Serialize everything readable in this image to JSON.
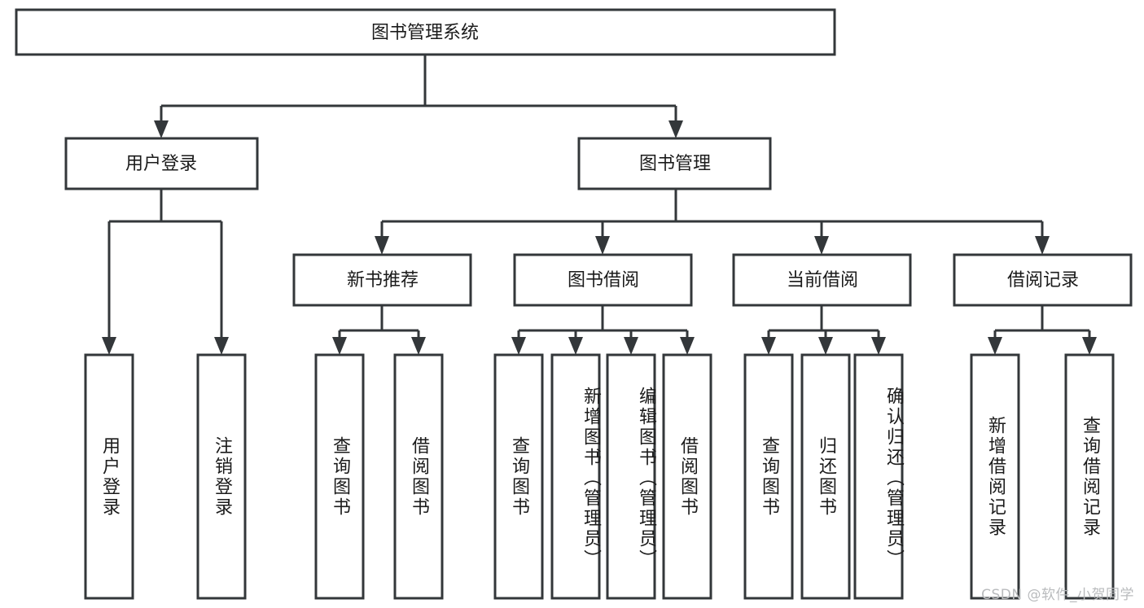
{
  "diagram": {
    "title": "图书管理系统",
    "type": "tree",
    "watermark": "CSDN @软件_小贺同学",
    "colors": {
      "box_stroke": "#33373a",
      "box_fill": "#ffffff",
      "text": "#1b1b1b",
      "connector": "#33373a",
      "watermark": "#b9bbbd",
      "background": "#ffffff"
    },
    "root": {
      "label": "图书管理系统"
    },
    "level2": [
      {
        "label": "用户登录"
      },
      {
        "label": "图书管理"
      }
    ],
    "level3": [
      {
        "label": "新书推荐"
      },
      {
        "label": "图书借阅"
      },
      {
        "label": "当前借阅"
      },
      {
        "label": "借阅记录"
      }
    ],
    "leaves": {
      "user_login": [
        {
          "label": "用户登录"
        },
        {
          "label": "注销登录"
        }
      ],
      "new_book": [
        {
          "label": "查询图书"
        },
        {
          "label": "借阅图书"
        }
      ],
      "book_borrow": [
        {
          "label": "查询图书"
        },
        {
          "label": "新增图书（管理员）"
        },
        {
          "label": "编辑图书（管理员）"
        },
        {
          "label": "借阅图书"
        }
      ],
      "current_borrow": [
        {
          "label": "查询图书"
        },
        {
          "label": "归还图书"
        },
        {
          "label": "确认归还（管理员）"
        }
      ],
      "borrow_record": [
        {
          "label": "新增借阅记录"
        },
        {
          "label": "查询借阅记录"
        }
      ]
    }
  }
}
